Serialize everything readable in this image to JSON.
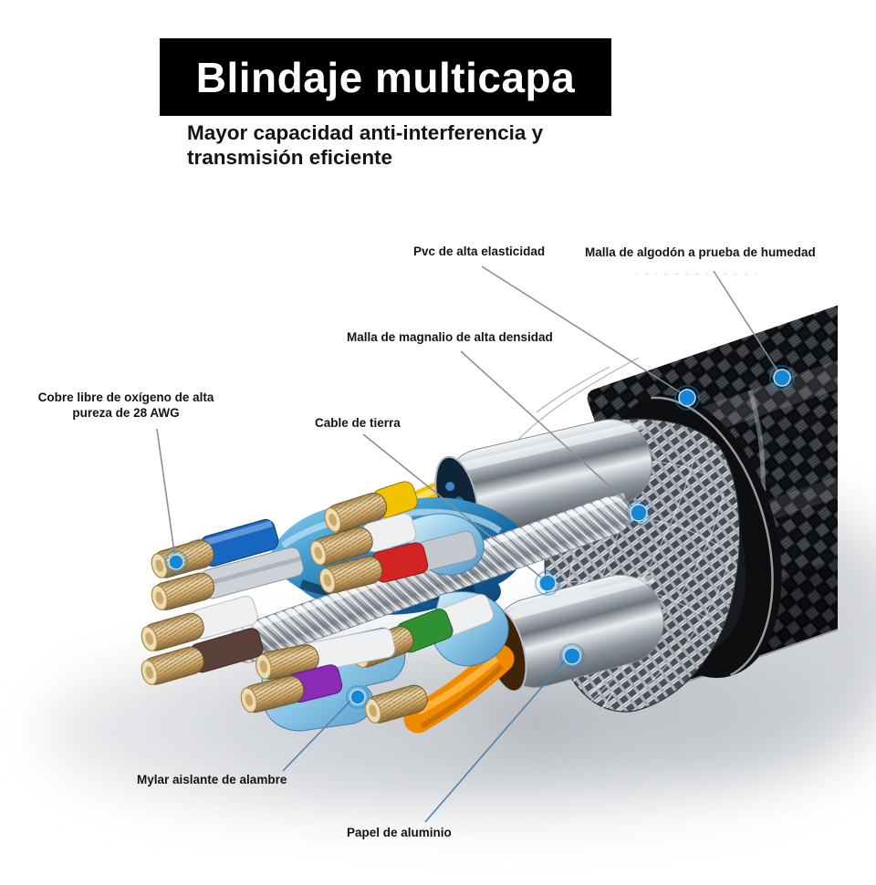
{
  "header": {
    "banner": "Blindaje multicapa",
    "subtitle_line1": "Mayor capacidad anti-interferencia y",
    "subtitle_line2": "transmisión eficiente"
  },
  "labels": {
    "pvc": "Pvc de alta elasticidad",
    "algodon": "Malla de algodón a prueba de humedad",
    "magnalio": "Malla de magnalio de alta densidad",
    "cobre_line1": "Cobre libre de oxígeno de alta",
    "cobre_line2": "pureza de 28 AWG",
    "tierra": "Cable de tierra",
    "mylar": "Mylar aislante de alambre",
    "papel": "Papel de aluminio"
  },
  "watermark": {
    "text": "· – · – – – – · · – – – ·"
  },
  "colors": {
    "banner_bg": "#000000",
    "banner_text": "#ffffff",
    "text": "#141414",
    "marker": "#1687d6",
    "marker_ring": "#bfe0f5",
    "callout_gray": "#8a8f94",
    "callout_blue": "#4e82b2",
    "wire_yellow": "#f2c200",
    "wire_orange": "#ef8900",
    "wire_blue": "#1766c0",
    "wire_red": "#d32424",
    "wire_green": "#2f9132",
    "wire_purple": "#8a2bb4",
    "wire_brown": "#5a4036",
    "wire_white": "#eef0f2",
    "foil_silver": "#c9ced4",
    "mylar_blue": "#2e7cb8",
    "jacket_black": "#101216"
  }
}
